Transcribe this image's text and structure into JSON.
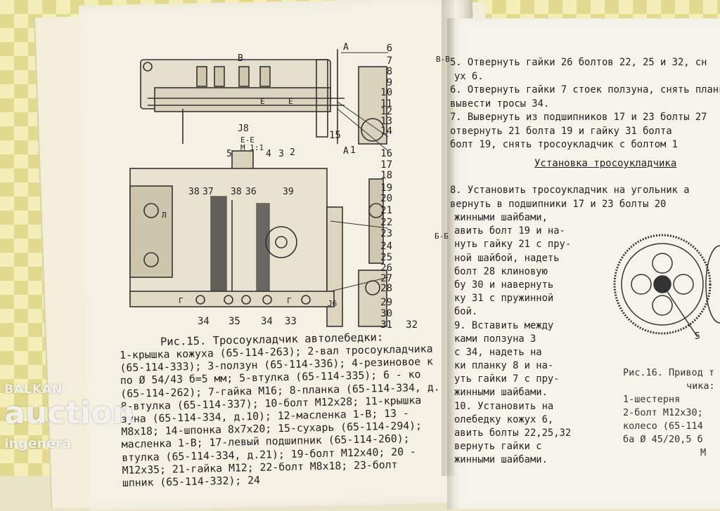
{
  "figure15": {
    "callouts_right": [
      "6",
      "7",
      "8",
      "9",
      "10",
      "11",
      "12",
      "13",
      "14",
      "15",
      "16",
      "17",
      "18",
      "19",
      "20",
      "21",
      "22",
      "23",
      "24",
      "25",
      "26",
      "27",
      "28",
      "29",
      "30",
      "31",
      "32"
    ],
    "callouts_bottom": [
      "34",
      "35",
      "34",
      "33"
    ],
    "callouts_top": [
      "38",
      "37",
      "38",
      "36",
      "39"
    ],
    "section_labels": {
      "b": "B",
      "a_top": "A",
      "a_bottom": "A",
      "one": "1",
      "j8": "J8",
      "ee": "E-E",
      "m11": "M 1:1",
      "five": "5",
      "four": "4",
      "three": "3",
      "two": "2",
      "e1": "E",
      "e2": "E",
      "bb": "Б-Б",
      "vv": "В-В",
      "g1": "Г",
      "g2": "Г",
      "j6": "J6",
      "l": "Л"
    },
    "caption_title": "Рис.15. Тросоукладчик автолебедки:",
    "caption_lines": [
      "1-крышка кожуха (65-114-263); 2-вал тросоукладчика",
      "(65-114-333); 3-ползун (65-114-336); 4-резиновое к",
      "по Ø 54/43 б=5 мм; 5-втулка (65-114-335); 6 - ко",
      "(65-114-262); 7-гайка М16; 8-планка (65-114-334, д.",
      "8-втулка (65-114-337); 10-болт М12х28; 11-крышка",
      "зуна (65-114-334, д.10); 12-масленка 1-В; 13 -",
      "М8х18; 14-шпонка 8х7х20; 15-сухарь (65-114-294);",
      "масленка 1-В; 17-левый подшипник (65-114-260);",
      "втулка (65-114-334, д.21); 19-болт М12х40; 20 -",
      "М12х35; 21-гайка М12; 22-болт М8х18; 23-болт",
      "шпник (65-114-332); 24"
    ]
  },
  "right_page": {
    "top_lines": [
      "5. Отвернуть гайки 26 болтов 22, 25 и 32,  сн",
      "ух 6.",
      "6. Отвернуть гайки 7 стоек ползуна, снять планк",
      "вывести тросы 34.",
      "7. Вывернуть из подшипников 17 и 23  болты 27",
      "отвернуть 21 болта 19 и гайку 31  болта",
      "болт 19, снять тросоукладчик с болтом 1"
    ],
    "section_heading": "Установка тросоукладчика",
    "step8_full_lines": [
      "8. Установить тросоукладчик на угольник а",
      "вернуть в подшипники  17 и 23 болты 20"
    ],
    "instruction_lines": [
      "жинными шайбами,",
      "авить болт 19 и  на-",
      "нуть гайку 21 с пру-",
      "ной шайбой,  надеть",
      " болт  28  клиновую",
      "бу 30 и навернуть",
      "ку 31 с пружинной",
      "бой.",
      "9. Вставить  между",
      "ками ползуна  3",
      "с 34, надеть  на",
      "ки планку 8 и  на-",
      "уть гайки 7 с пру-",
      "жинными шайбами.",
      "10. Установить  на",
      "олебедку кожух  6,",
      "авить болты 22,25,32",
      "вернуть гайки  с",
      "жинными шайбами."
    ],
    "fig16_callout": "5",
    "fig16_caption_lines": [
      "Рис.16. Привод т",
      "чика:",
      "1-шестерня",
      "2-болт М12х30;",
      "колесо (65-114",
      "ба Ø 45/20,5 б",
      "М"
    ]
  },
  "watermark": {
    "line1": "BALKAN",
    "line2": "auction",
    "line3": "ingenera"
  }
}
